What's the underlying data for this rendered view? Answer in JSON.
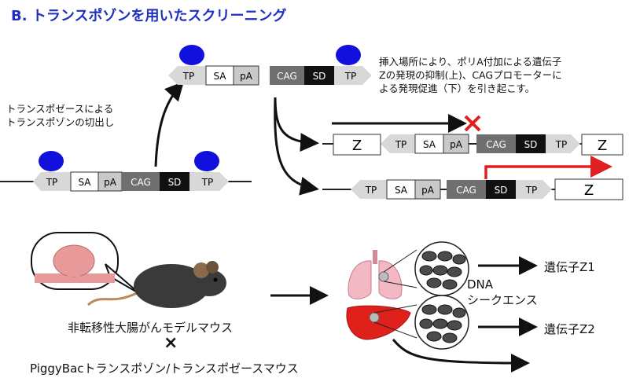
{
  "title": "B. トランスポゾンを用いたスクリーニング",
  "segments": {
    "tp": "TP",
    "sa": "SA",
    "pa": "pA",
    "cag": "CAG",
    "sd": "SD",
    "z": "Z"
  },
  "notes": {
    "excision_line1": "トランスポゼースによる",
    "excision_line2": "トランスポゾンの切出し",
    "insertion_line1": "挿入場所により、ポリA付加による遺伝子",
    "insertion_line2": "Zの発現の抑制(上)、CAGプロモーターに",
    "insertion_line3": "よる発現促進（下）を引き起こす。"
  },
  "mouse": {
    "model_label": "非転移性大腸がんモデルマウス",
    "cross_symbol": "×",
    "transposon_label": "PiggyBacトランスポゾン/トランスポゼースマウス"
  },
  "analysis": {
    "dna_label_line1": "DNA",
    "dna_label_line2": "シークエンス",
    "gene_z1": "遺伝子Z1",
    "gene_z2": "遺伝子Z2"
  },
  "colors": {
    "title": "#1f2fbf",
    "transposase": "#1111dd",
    "tp_gray": "#d8d8d8",
    "pa_gray": "#c9c9c9",
    "cag_gray": "#6f6f6f",
    "sd_black": "#111111",
    "inhibit_mark": "#e02020",
    "promote_arrow": "#e02020",
    "lung": "#f2b8c4",
    "liver": "#e0201b",
    "mouse_body": "#3a3a3a",
    "tumor": "#e89a9a"
  },
  "icons": [
    "transposase-blob-icon",
    "inhibit-x-icon",
    "mouse-icon",
    "lung-icon",
    "liver-icon",
    "cell-cluster-icon",
    "tumor-icon"
  ]
}
